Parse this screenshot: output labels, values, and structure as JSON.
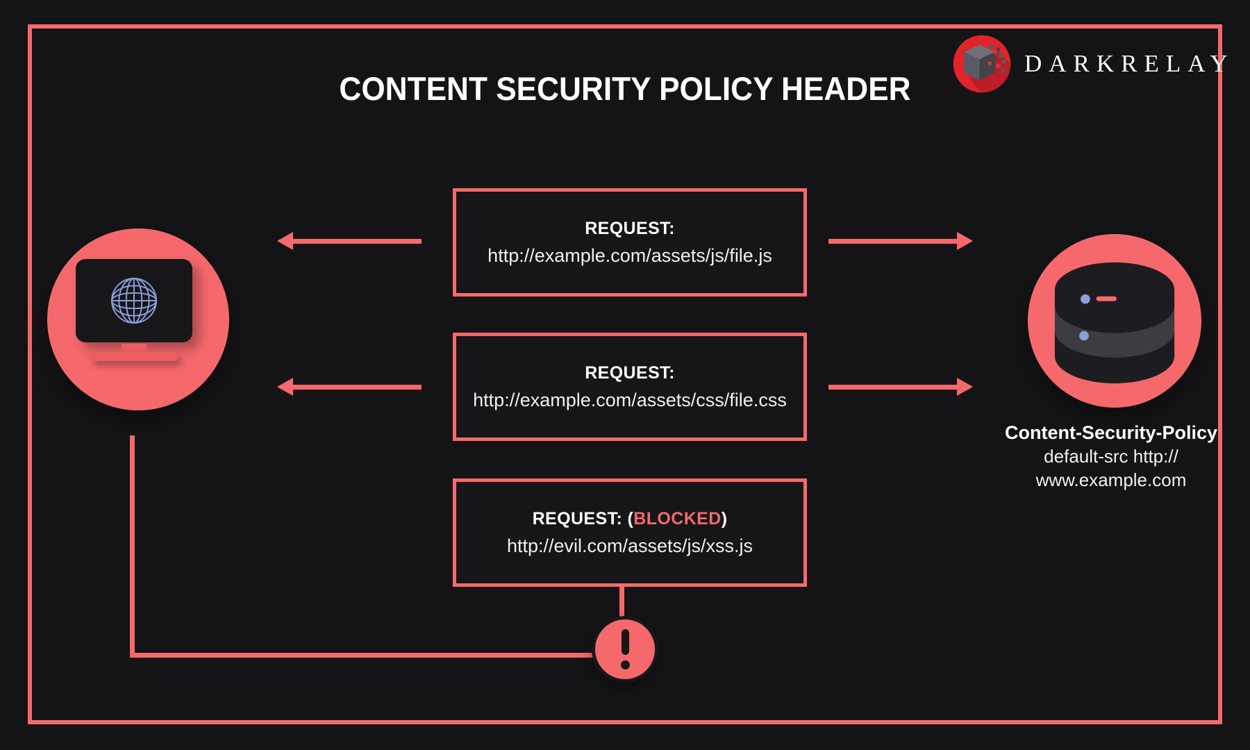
{
  "page": {
    "title": "CONTENT SECURITY POLICY HEADER"
  },
  "brand": {
    "name": "DARKRELAY"
  },
  "requests": [
    {
      "label": "REQUEST:",
      "url": "http://example.com/assets/js/file.js"
    },
    {
      "label": "REQUEST:",
      "url": "http://example.com/assets/css/file.css"
    },
    {
      "label_prefix": "REQUEST: (",
      "blocked_word": "BLOCKED",
      "label_suffix": ")",
      "url": "http://evil.com/assets/js/xss.js"
    }
  ],
  "server": {
    "policy_title": "Content-Security-Policy",
    "policy_line1": "default-src http://",
    "policy_line2": "www.example.com"
  },
  "colors": {
    "accent": "#F5696C",
    "background": "#141416",
    "box_bg": "#161618",
    "text": "#FFFFFF",
    "url_text": "#F0F0F2",
    "globe_blue": "#8C9FD9",
    "outline_dark": "#17171A",
    "brand_red": "#E0242A",
    "brand_red_dark": "#BB1E26",
    "cube_gray_top": "#70707A",
    "cube_gray_left": "#5A5A64",
    "cube_gray_right": "#43434B",
    "cylinder_dark": "#1D1D21",
    "cylinder_light": "#3C3C42",
    "laptop_base": "#EA5E62"
  }
}
